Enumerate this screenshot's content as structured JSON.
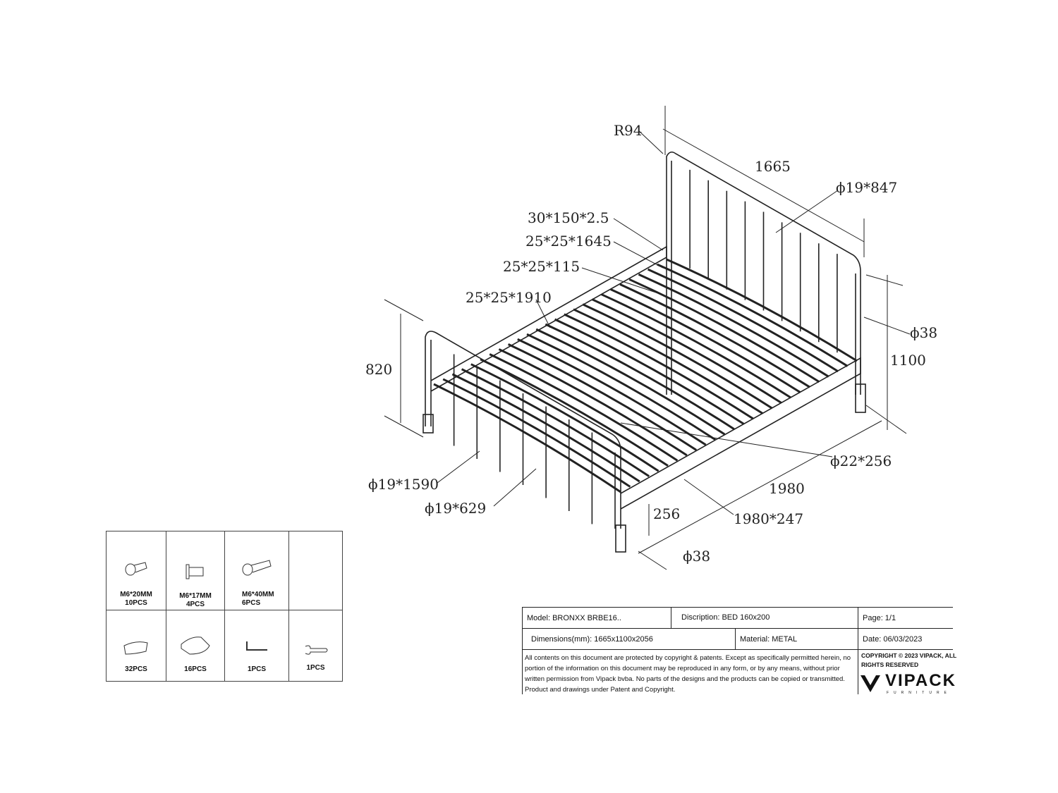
{
  "dimensions": {
    "r94": "R94",
    "width_1665": "1665",
    "head_slats": "ϕ19*847",
    "slat_profile": "30*150*2.5",
    "cross_rail": "25*25*1645",
    "leg_support": "25*25*115",
    "center_rail": "25*25*1910",
    "foot_height": "820",
    "post_dia_head": "ϕ38",
    "head_height": "1100",
    "leg": "ϕ22*256",
    "foot_rail": "ϕ19*1590",
    "foot_slats": "ϕ19*629",
    "length_1980": "1980",
    "side_rail": "1980*247",
    "leg_height": "256",
    "post_dia_foot": "ϕ38"
  },
  "parts": [
    {
      "icon": "flat-head-bolt-icon",
      "spec": "M6*20MM",
      "qty": "10PCS"
    },
    {
      "icon": "barrel-nut-icon",
      "spec": "M6*17MM",
      "qty": "4PCS"
    },
    {
      "icon": "long-bolt-icon",
      "spec": "M6*40MM",
      "qty": "6PCS"
    },
    {
      "icon": "",
      "spec": "",
      "qty": ""
    },
    {
      "icon": "slat-holder-icon",
      "spec": "",
      "qty": "32PCS"
    },
    {
      "icon": "end-cap-icon",
      "spec": "",
      "qty": "16PCS"
    },
    {
      "icon": "allen-key-icon",
      "spec": "",
      "qty": "1PCS"
    },
    {
      "icon": "wrench-icon",
      "spec": "",
      "qty": "1PCS"
    }
  ],
  "title_block": {
    "model": "Model: BRONXX BRBE16..",
    "description": "Discription: BED 160x200",
    "page": "Page: 1/1",
    "dimensions": "Dimensions(mm): 1665x1100x2056",
    "material": "Material: METAL",
    "date": "Date: 06/03/2023",
    "disclaimer": "All contents on this document are protected by copyright & patents. Except as specifically permitted herein, no portion of the information on this document may be reproduced in any form, or by any means, without prior written permission from Vipack bvba. No parts of the designs and the products can be copied or transmitted. Product and drawings under Patent and Copyright.",
    "copyright": "COPYRIGHT © 2023 VIPACK, ALL RIGHTS RESERVED",
    "logo_text": "VIPACK",
    "logo_sub": "FURNITURE"
  }
}
